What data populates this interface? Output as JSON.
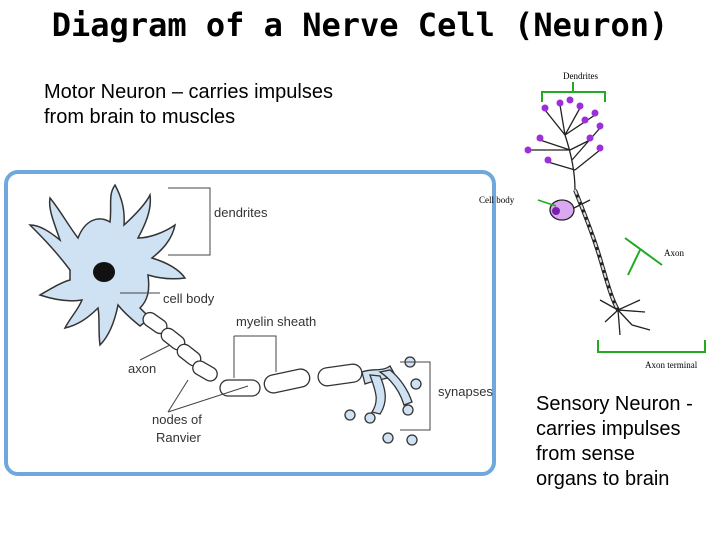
{
  "title": "Diagram of a Nerve Cell (Neuron)",
  "motor": {
    "caption_line1": "Motor Neuron – carries impulses",
    "caption_line2": "from brain to muscles",
    "labels": {
      "dendrites": "dendrites",
      "cell_body": "cell body",
      "myelin_sheath": "myelin sheath",
      "axon": "axon",
      "synapses": "synapses",
      "nodes_line1": "nodes of",
      "nodes_line2": "Ranvier"
    }
  },
  "sensory": {
    "caption_line1": "Sensory Neuron -",
    "caption_line2": "carries impulses",
    "caption_line3": "from sense",
    "caption_line4": "organs to brain",
    "labels": {
      "dendrites": "Dendrites",
      "cell_body": "Cell body",
      "axon": "Axon",
      "axon_terminal": "Axon terminal"
    }
  },
  "colors": {
    "panel_border": "#6fa8dc",
    "motor_cell_fill": "#cfe2f3",
    "sensory_purple": "#9b30d9",
    "label_green": "#22aa22"
  }
}
